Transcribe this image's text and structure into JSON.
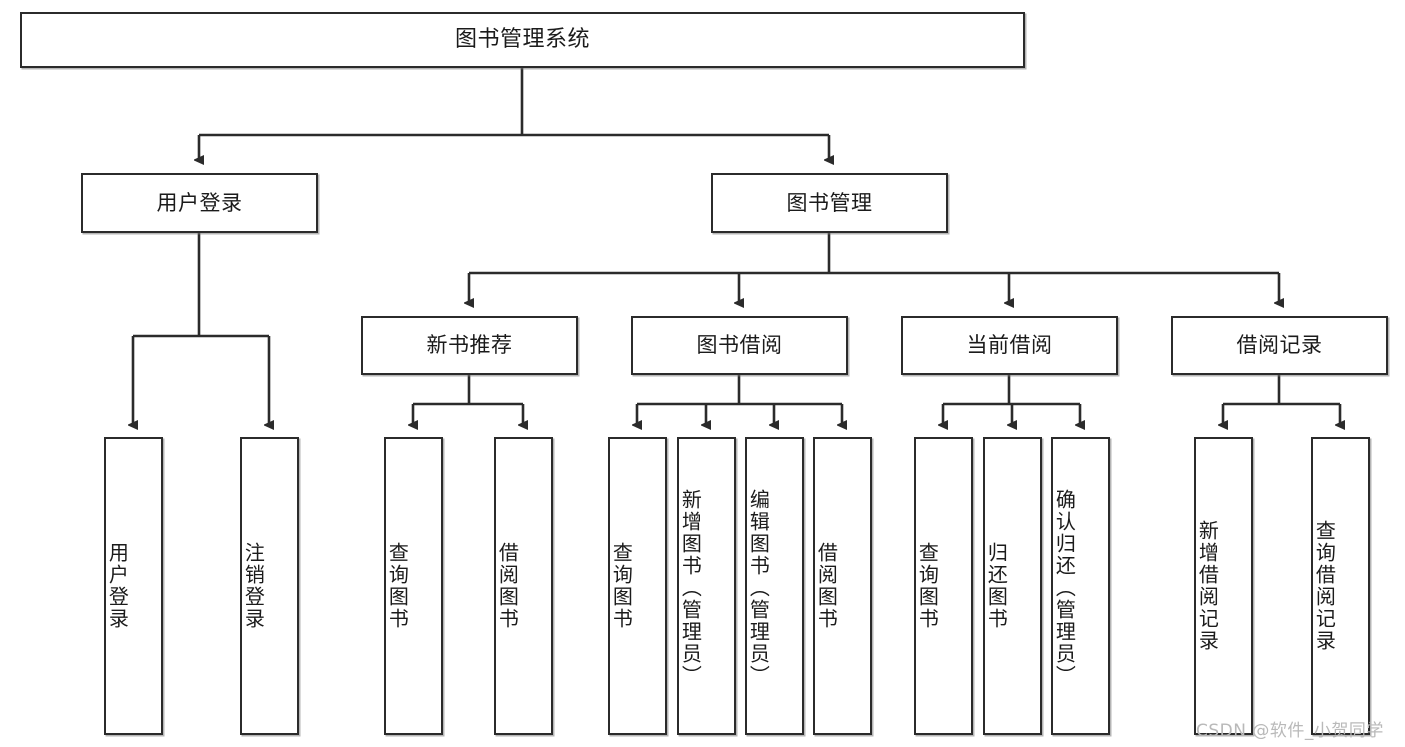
{
  "diagram": {
    "title": "图书管理系统",
    "type": "tree-hierarchy-diagram",
    "watermark": "CSDN @软件_小贺同学",
    "colors": {
      "stroke": "#2b2b2b",
      "fill": "#ffffff",
      "text": "#1b1b1b",
      "watermark": "#b9b9b9",
      "background": "#ffffff"
    },
    "nodes": {
      "root": {
        "label": "图书管理系统"
      },
      "level2": [
        {
          "label": "用户登录"
        },
        {
          "label": "图书管理"
        }
      ],
      "level3": [
        {
          "label": "新书推荐"
        },
        {
          "label": "图书借阅"
        },
        {
          "label": "当前借阅"
        },
        {
          "label": "借阅记录"
        }
      ],
      "leaves": {
        "user_login": [
          {
            "label": "用户登录"
          },
          {
            "label": "注销登录"
          }
        ],
        "new_book_recommend": [
          {
            "label": "查询图书"
          },
          {
            "label": "借阅图书"
          }
        ],
        "book_borrow": [
          {
            "label": "查询图书"
          },
          {
            "label": "新增图书（管理员）"
          },
          {
            "label": "编辑图书（管理员）"
          },
          {
            "label": "借阅图书"
          }
        ],
        "current_borrow": [
          {
            "label": "查询图书"
          },
          {
            "label": "归还图书"
          },
          {
            "label": "确认归还（管理员）"
          }
        ],
        "borrow_record": [
          {
            "label": "新增借阅记录"
          },
          {
            "label": "查询借阅记录"
          }
        ]
      }
    }
  }
}
